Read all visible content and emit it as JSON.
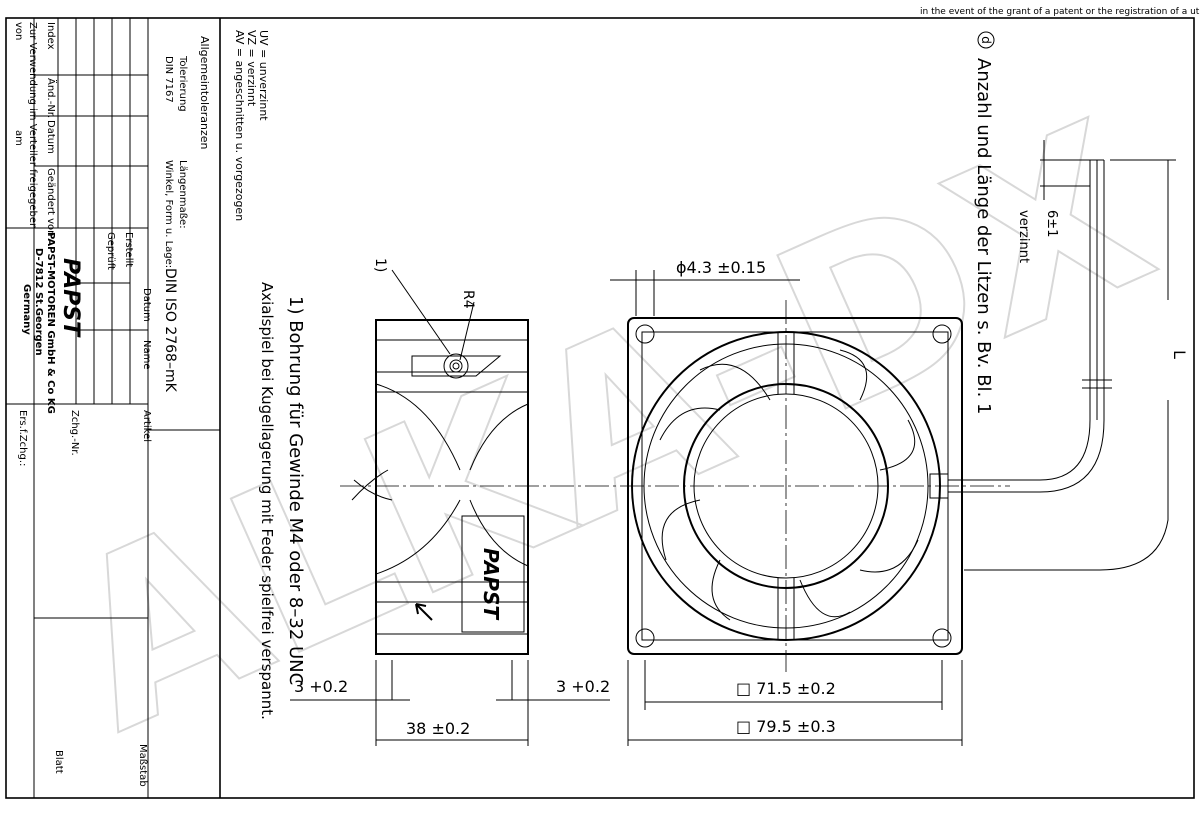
{
  "header_note": "in the event of the grant of a patent or the registration of a utility model or design",
  "notes": {
    "d_marker": "d",
    "d_text": "Anzahl und Länge der Litzen s. Bv. Bl. 1",
    "footnote_1": "1) Bohrung für Gewinde M4 oder 8–32 UNC",
    "axial_play": "Axialspiel bei Kugellagerung mit Feder spielfrei verspannt.",
    "legend": [
      "UV = unverzinnt",
      "VZ = verzinnt",
      "AV = angeschnitten u. vorgezogen"
    ]
  },
  "dimensions": {
    "hole_dia": "ϕ4.3 ±0.15",
    "radius": "R4",
    "leader_1": "1)",
    "wire_strip": "6±1",
    "wire_tinned": "verzinnt",
    "wire_length": "L",
    "offset_left": "3 +0.2",
    "offset_right": "3 +0.2",
    "depth": "38  ±0.2",
    "hole_spacing": "□ 71.5 ±0.2",
    "outer_size": "□ 79.5 ±0.3"
  },
  "watermark": "ALKA-DX",
  "brand_on_fan": "PAPST",
  "title_block": {
    "tolerances_title": "Allgemeintoleranzen",
    "tol_label": "Tolerierung",
    "tol_std": "DIN 7167",
    "length_label": "Längenmaße:",
    "angle_label": "Winkel, Form u. Lage:",
    "iso": "DIN ISO 2768–mK",
    "cols": [
      "Index",
      "Änd.-Nr.",
      "Datum",
      "Geändert von"
    ],
    "release": "Zur Verwendung im Verteiler freigegeben",
    "von": "von",
    "am": "am",
    "erstellt": "Erstellt",
    "geprueft": "Geprüft",
    "datum": "Datum",
    "name": "Name",
    "company_logo": "PAPST",
    "company": "PAPST-MOTOREN GmbH & Co KG",
    "address": "D-7812 St.Georgen",
    "country": "Germany",
    "artikel": "Artikel",
    "zchg": "Zchg.-Nr.",
    "ers": "Ers.f.Zchg.:",
    "blatt": "Blatt",
    "massstab": "Maßstab"
  }
}
